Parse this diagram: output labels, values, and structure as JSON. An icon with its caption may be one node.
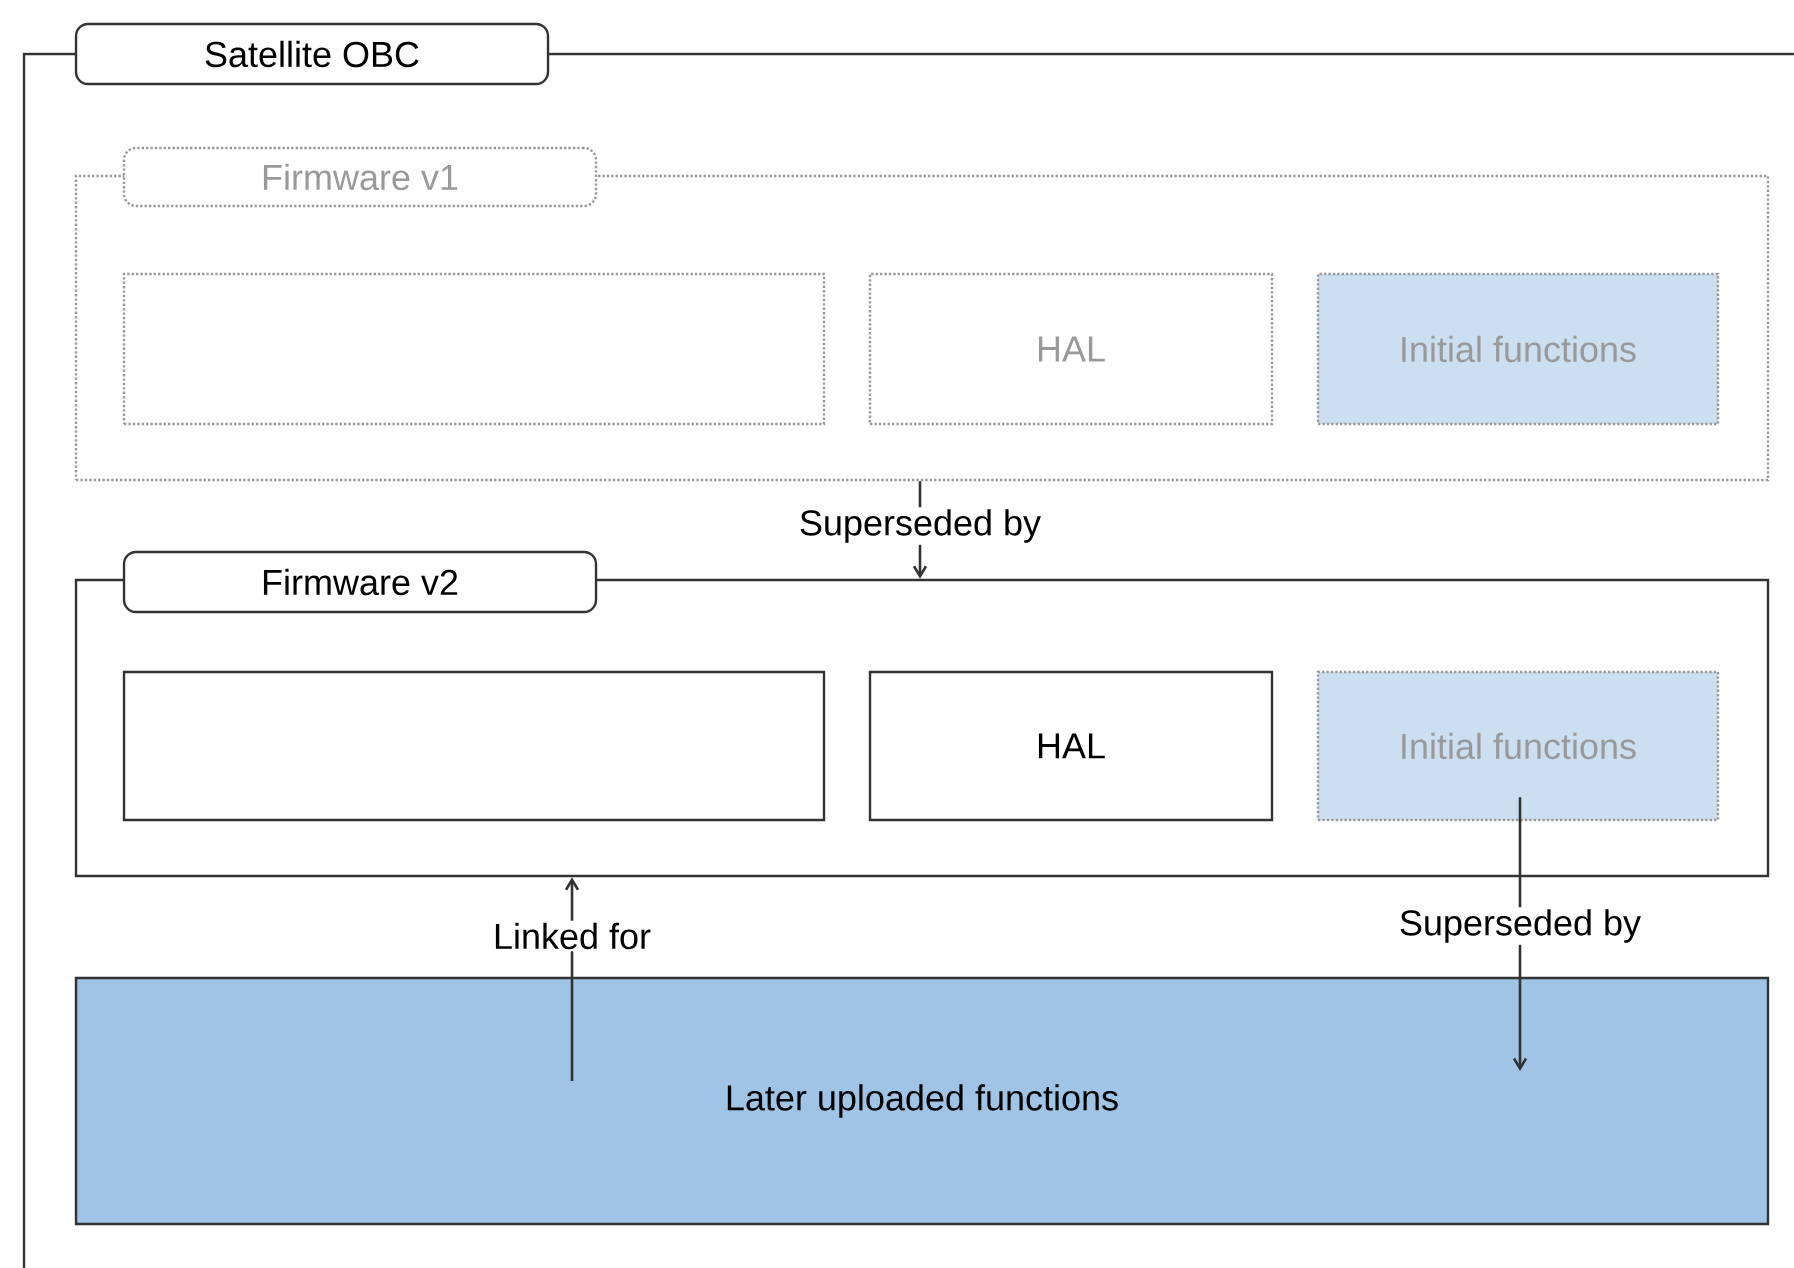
{
  "diagram": {
    "nodes": [
      {
        "text": [
          "Satellite OBC"
        ]
      },
      {
        "text": [
          "Firmware v1"
        ],
        "in": 0
      },
      {
        "text": [],
        "shape": "box",
        "in": 1
      },
      {
        "text": [
          "HAL"
        ],
        "in": 1
      },
      {
        "text": [
          "Initial functions"
        ],
        "in": 1
      },
      {
        "text": [
          "Firmware v2"
        ],
        "in": 0
      },
      {
        "text": [],
        "shape": "box",
        "in": 5
      },
      {
        "text": [
          "HAL"
        ],
        "in": 5
      },
      {
        "text": [
          "Initial functions"
        ],
        "in": 5
      },
      {
        "text": [
          "Later uploaded functions"
        ],
        "in": 0
      }
    ],
    "edges": [
      {
        "from": 1,
        "to": 5,
        "arrow": "to",
        "label": "Superseded by"
      },
      {
        "from": 9,
        "to": 5,
        "arrow": "to",
        "label": "Linked for"
      },
      {
        "from": 8,
        "to": 9,
        "arrow": "to",
        "label": "Superseded by"
      }
    ]
  }
}
